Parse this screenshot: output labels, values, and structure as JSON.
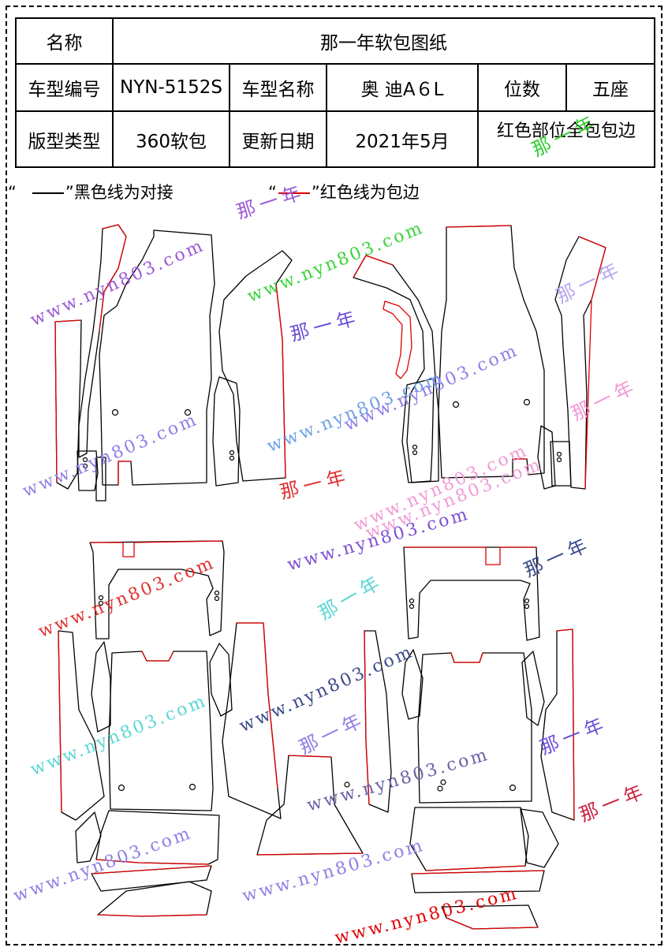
{
  "table": {
    "row1": {
      "label": "名称",
      "value": "那一年软包图纸"
    },
    "row2": {
      "code_label": "车型编号",
      "code": "NYN-5152S",
      "name_label": "车型名称",
      "name": "奥 迪A６L",
      "seats_label": "位数",
      "seats": "五座"
    },
    "row3": {
      "type_label": "版型类型",
      "type": "360软包",
      "date_label": "更新日期",
      "date": "2021年5月",
      "note": "红色部位全包包边"
    }
  },
  "legend": {
    "black_open": "“",
    "black_close": "”黑色线为对接",
    "red_open": "“",
    "red_close": "”红色线为包边"
  },
  "colors": {
    "cut_line": "#000000",
    "edge_line": "#e00000"
  },
  "watermarks": [
    {
      "text": "www.nyn803.com",
      "color": "#9b59d6"
    },
    {
      "text": "那一年",
      "color": "#9b59d6"
    },
    {
      "text": "www.nyn803.com",
      "color": "#3ad33a"
    },
    {
      "text": "那一年",
      "color": "#6b4fd6"
    },
    {
      "text": "那一年",
      "color": "#33cc33"
    },
    {
      "text": "那一年",
      "color": "#b8a6f0"
    },
    {
      "text": "www.nyn803.com",
      "color": "#6ea0e6"
    },
    {
      "text": "那一年",
      "color": "#f29ad6"
    },
    {
      "text": "www.nyn803.com",
      "color": "#8f7fe6"
    },
    {
      "text": "www.nyn803.com",
      "color": "#8f7fe6"
    },
    {
      "text": "www.nyn803.com",
      "color": "#f29ad6"
    },
    {
      "text": "那一年",
      "color": "#e03030"
    },
    {
      "text": "www.nyn803.com",
      "color": "#7d4fd6"
    },
    {
      "text": "www.nyn803.com",
      "color": "#e03030"
    },
    {
      "text": "www.nyn803.com",
      "color": "#f29ad6"
    },
    {
      "text": "那一年",
      "color": "#5ad6d6"
    },
    {
      "text": "那一年",
      "color": "#3a4a8a"
    },
    {
      "text": "www.nyn803.com",
      "color": "#5ad6d6"
    },
    {
      "text": "www.nyn803.com",
      "color": "#3a4a8a"
    },
    {
      "text": "那一年",
      "color": "#8f7fe6"
    },
    {
      "text": "那一年",
      "color": "#6b4fd6"
    },
    {
      "text": "www.nyn803.com",
      "color": "#6b5fa6"
    },
    {
      "text": "那一年",
      "color": "#d02040"
    },
    {
      "text": "www.nyn803.com",
      "color": "#8f7fe6"
    },
    {
      "text": "www.nyn803.com",
      "color": "#8f7fe6"
    },
    {
      "text": "www.nyn803.com",
      "color": "#e00000"
    }
  ]
}
